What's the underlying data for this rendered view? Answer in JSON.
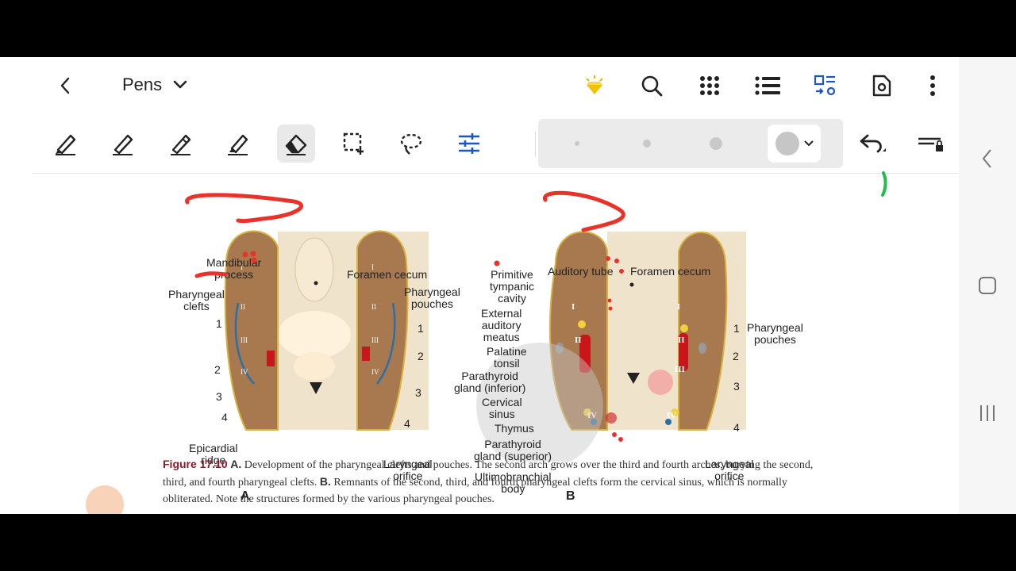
{
  "app": {
    "title": "Pens",
    "top_icons": [
      "premium-icon",
      "search-icon",
      "grid-icon",
      "list-icon",
      "layout-icon",
      "settings-doc-icon",
      "more-icon"
    ]
  },
  "toolbar": {
    "tools": [
      "pen-1",
      "pen-2",
      "highlighter",
      "brush",
      "eraser",
      "select-area",
      "lasso",
      "adjust"
    ],
    "selected_tool": "eraser"
  },
  "figure": {
    "panel_a": {
      "letter": "A",
      "labels": {
        "mandibular": "Mandibular\nprocess",
        "foramen": "Foramen cecum",
        "clefts": "Pharyngeal\nclefts",
        "pouches": "Pharyngeal\npouches",
        "epicardial": "Epicardial\nridge",
        "laryngeal": "Laryngeal\norifice"
      },
      "numbers_left": [
        "1",
        "2",
        "3",
        "4"
      ],
      "numbers_right": [
        "1",
        "2",
        "3",
        "4"
      ]
    },
    "panel_b": {
      "letter": "B",
      "labels": {
        "primitive": "Primitive\ntympanic\ncavity",
        "auditory": "Auditory tube",
        "foramen": "Foramen cecum",
        "external": "External\nauditory\nmeatus",
        "palatine": "Palatine\ntonsil",
        "parathyroid_inf": "Parathyroid\ngland (inferior)",
        "cervical": "Cervical\nsinus",
        "thymus": "Thymus",
        "parathyroid_sup": "Parathyroid\ngland (superior)",
        "ultimo": "Ultimobranchial\nbody",
        "pouches": "Pharyngeal\npouches",
        "laryngeal": "Laryngeal\norifice"
      },
      "numbers_right": [
        "1",
        "2",
        "3",
        "4"
      ]
    },
    "caption": {
      "fig": "Figure 17.10",
      "a_letter": "A.",
      "a_text": " Development of the pharyngeal clefts and pouches. The second arch grows over the third and fourth arches, burying the second, third, and fourth pharyngeal clefts. ",
      "b_letter": "B.",
      "b_text": " Remnants of the second, third, and fourth pharyngeal clefts form the cervical sinus, which is normally obliterated. Note the structures formed by the various pharyngeal pouches."
    }
  },
  "colors": {
    "accent_blue": "#1a56c4",
    "annotation_red": "#e8322a",
    "annotation_green": "#1fbf4a",
    "tissue_brown": "#a8794f",
    "tissue_light": "#ead9bd"
  }
}
